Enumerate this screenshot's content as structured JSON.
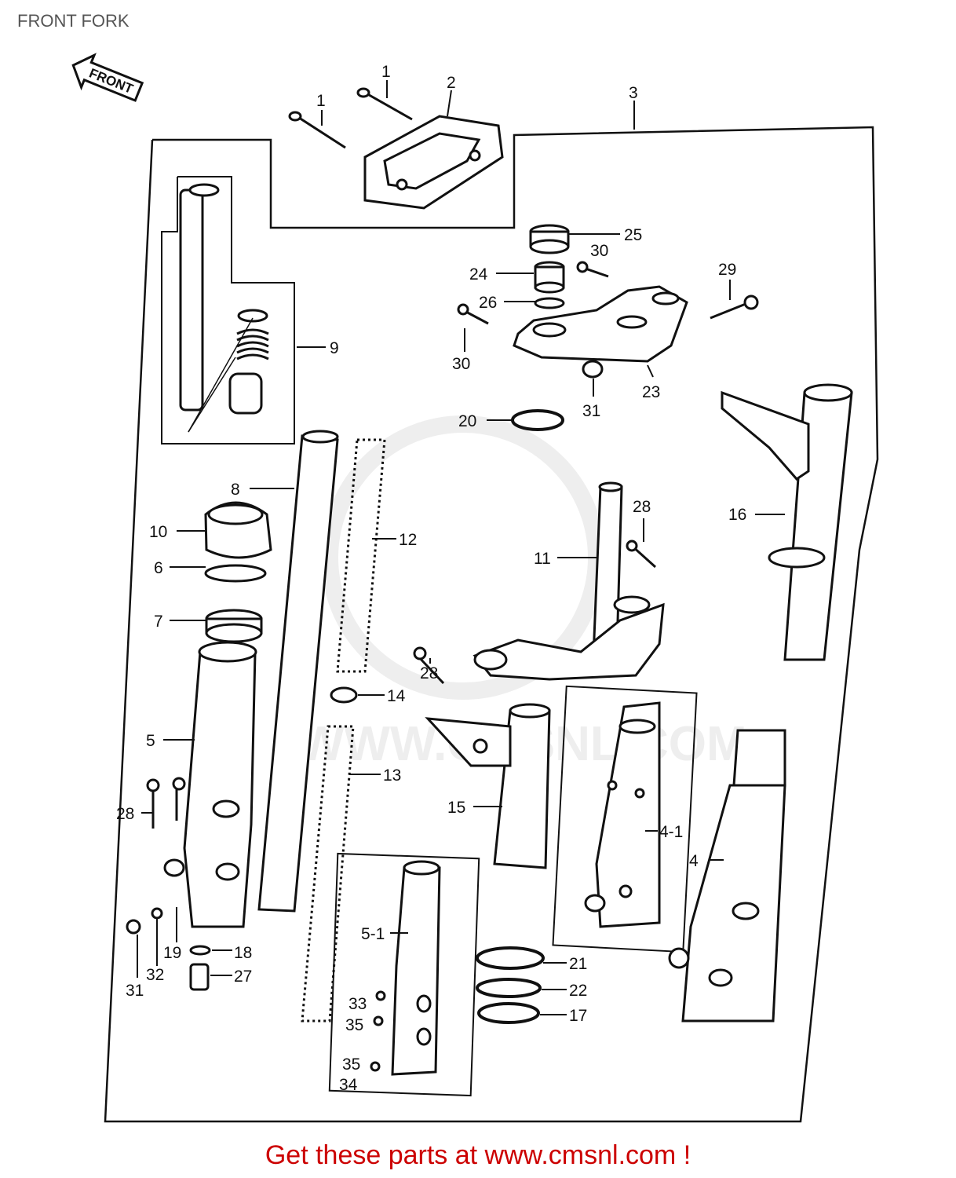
{
  "page": {
    "title": "FRONT FORK"
  },
  "footer": {
    "text": "Get these parts at www.cmsnl.com !"
  },
  "watermark": {
    "text": "WWW.CMSNL.COM"
  },
  "front_arrow": {
    "label": "FRONT"
  },
  "labels": {
    "p1a": "1",
    "p1b": "1",
    "p2": "2",
    "p3": "3",
    "p4": "4",
    "p4_1": "4-1",
    "p5": "5",
    "p5_1": "5-1",
    "p6": "6",
    "p7": "7",
    "p8": "8",
    "p9": "9",
    "p10": "10",
    "p11": "11",
    "p12": "12",
    "p13": "13",
    "p14": "14",
    "p15": "15",
    "p16": "16",
    "p17": "17",
    "p18": "18",
    "p19": "19",
    "p20": "20",
    "p21": "21",
    "p22": "22",
    "p23": "23",
    "p24": "24",
    "p25": "25",
    "p26": "26",
    "p27": "27",
    "p28a": "28",
    "p28b": "28",
    "p28c": "28",
    "p29": "29",
    "p30a": "30",
    "p30b": "30",
    "p31a": "31",
    "p31b": "31",
    "p32": "32",
    "p33": "33",
    "p34": "34",
    "p35a": "35",
    "p35b": "35"
  },
  "colors": {
    "line": "#111111",
    "footer": "#cc0000",
    "title": "#555555",
    "watermark": "#eeeeee"
  }
}
